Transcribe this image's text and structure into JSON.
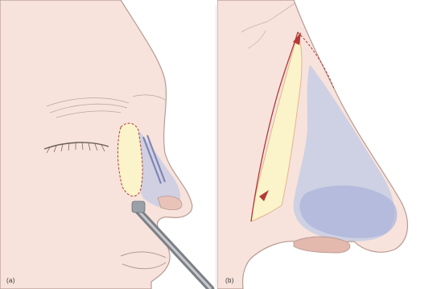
{
  "figure": {
    "panels": [
      {
        "id": "a",
        "label": "(a)"
      },
      {
        "id": "b",
        "label": "(b)"
      }
    ]
  },
  "colors": {
    "skin": "#f7e3dc",
    "skin_shadow": "#efcfc5",
    "outline": "#b79a92",
    "cartilage": "#c9cde3",
    "cartilage_dark": "#a9b2d8",
    "implant": "#fbf3c9",
    "incision": "#b23a3a",
    "instrument": "#7d7f86"
  }
}
